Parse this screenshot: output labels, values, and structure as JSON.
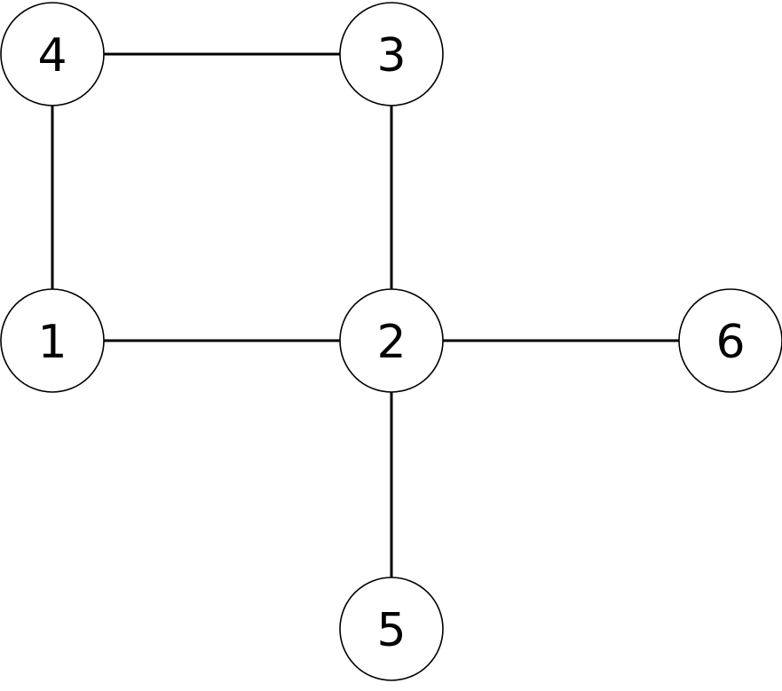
{
  "graph": {
    "nodes": [
      {
        "id": "4",
        "label": "4"
      },
      {
        "id": "3",
        "label": "3"
      },
      {
        "id": "1",
        "label": "1"
      },
      {
        "id": "2",
        "label": "2"
      },
      {
        "id": "6",
        "label": "6"
      },
      {
        "id": "5",
        "label": "5"
      }
    ],
    "edges": [
      {
        "from": "4",
        "to": "3"
      },
      {
        "from": "4",
        "to": "1"
      },
      {
        "from": "3",
        "to": "2"
      },
      {
        "from": "1",
        "to": "2"
      },
      {
        "from": "2",
        "to": "6"
      },
      {
        "from": "2",
        "to": "5"
      }
    ]
  }
}
